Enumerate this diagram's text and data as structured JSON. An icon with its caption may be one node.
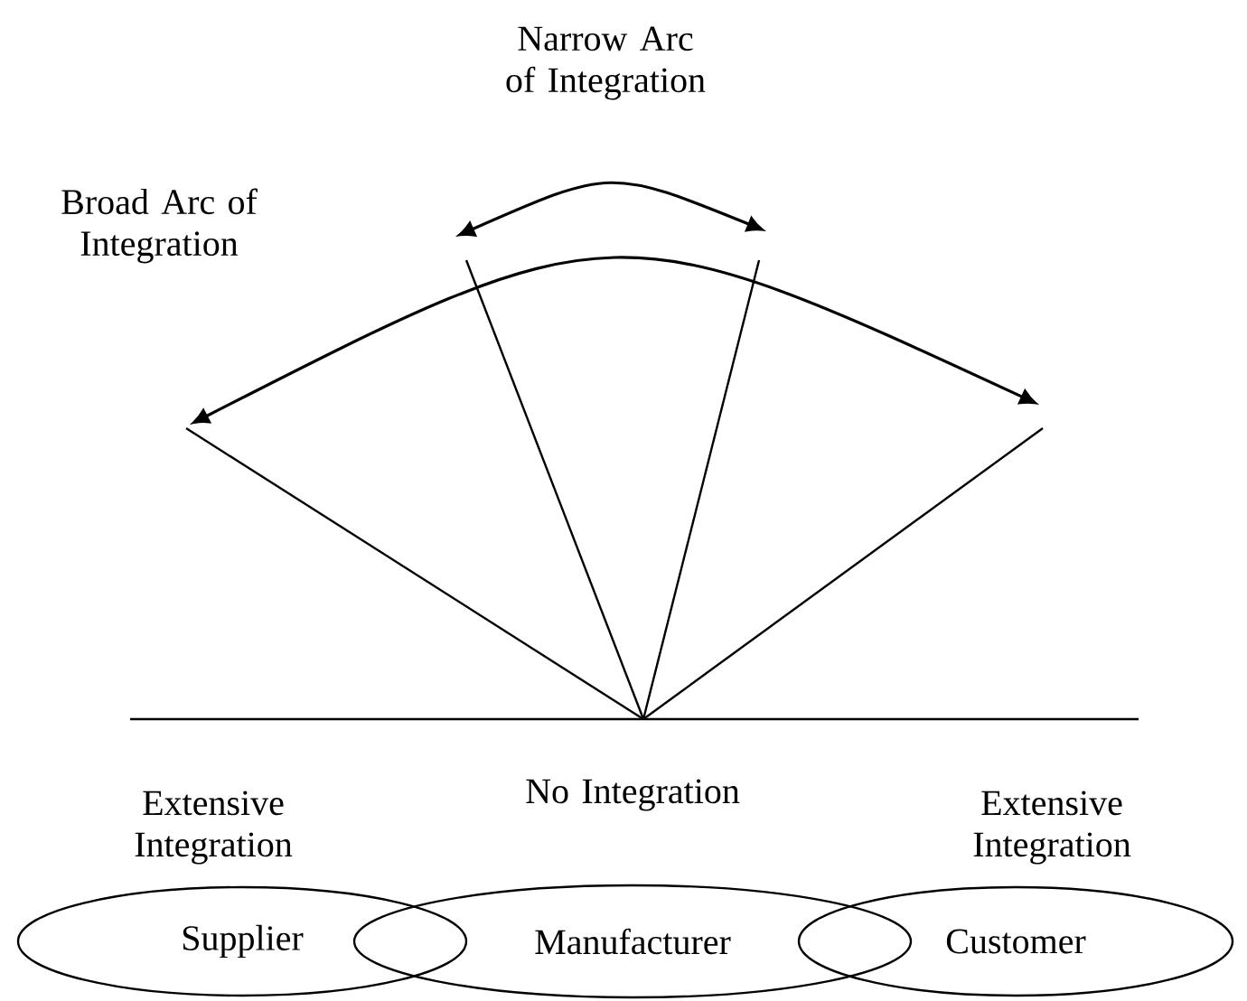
{
  "diagram": {
    "nodes": [
      {
        "text": [
          "Supplier"
        ]
      },
      {
        "text": [
          "Manufacturer"
        ]
      },
      {
        "text": [
          "Customer"
        ]
      }
    ],
    "labels": [
      "Narrow Arc of Integration",
      "Broad Arc of Integration",
      "Extensive Integration",
      "No Integration",
      "Extensive Integration"
    ]
  }
}
